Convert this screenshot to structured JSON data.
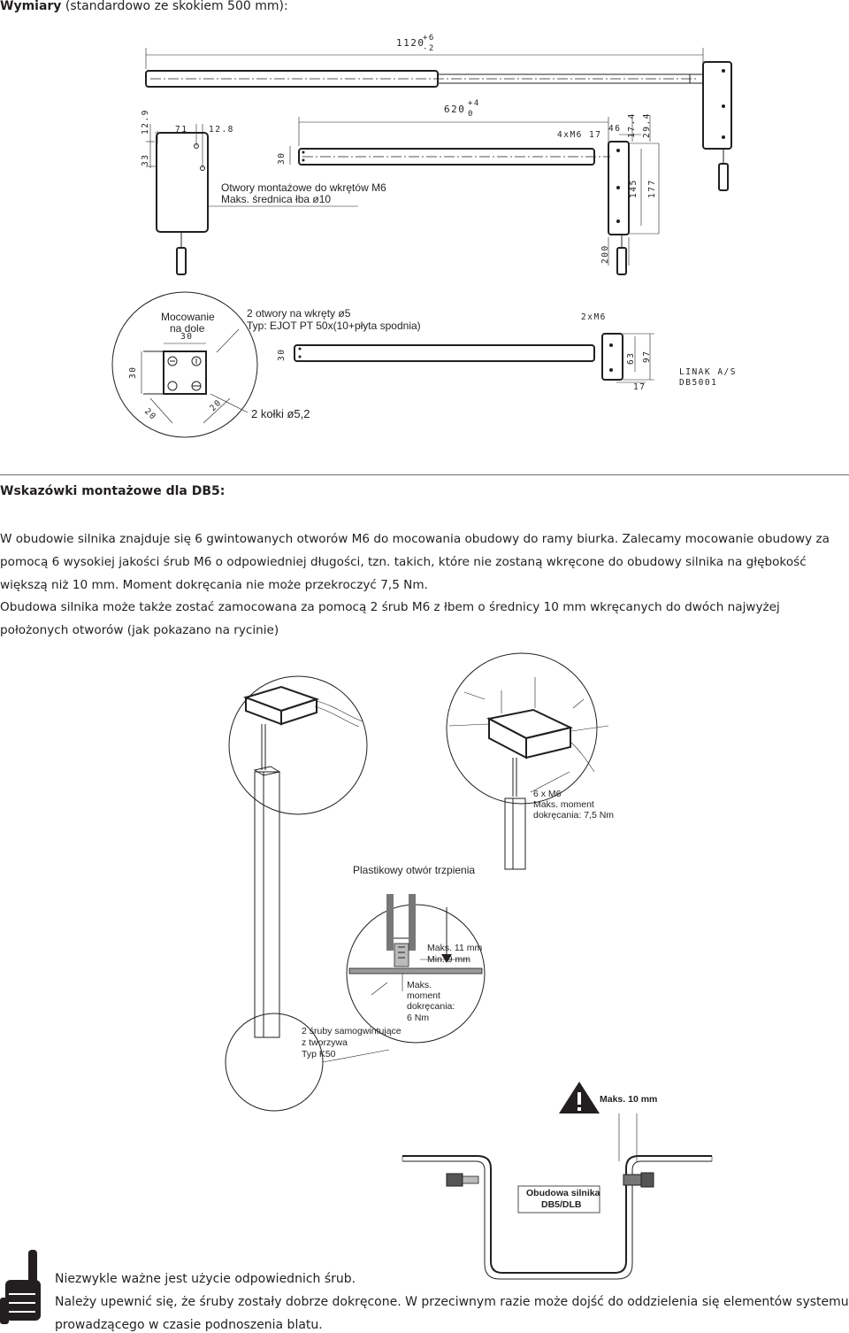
{
  "header": {
    "title_bold": "Wymiary",
    "title_rest": " (standardowo ze skokiem 500 mm):"
  },
  "dims_top": {
    "d1120": "1120",
    "tol1120_plus": "+6",
    "tol1120_minus": "-2",
    "d620": "620",
    "tol620_plus": "+4",
    "tol620_minus": "0",
    "d71": "71",
    "d12_8": "12.8",
    "d12_9": "12.9",
    "d33": "33",
    "d30": "30",
    "m6x4": "4xM6",
    "d17": "17",
    "d46": "46",
    "d17_4": "17.4",
    "d29_4": "29.4",
    "d145": "145",
    "d177": "177",
    "d200": "200",
    "note1": "Otwory montażowe do wkrętów M6",
    "note2": "Maks. średnica łba ø10"
  },
  "dims_mid": {
    "mount_l1": "Mocowanie",
    "mount_l2": "na dole",
    "d30a": "30",
    "d30b": "30",
    "d30c": "30",
    "d20a": "20",
    "d20b": "20",
    "holes_l1": "2 otwory na wkręty ø5",
    "holes_l2": "Typ: EJOT PT 50x(10+płyta spodnia)",
    "pins": "2 kołki ø5,2",
    "m6x2": "2xM6",
    "d63": "63",
    "d97": "97",
    "d17": "17",
    "brand1": "LINAK A/S",
    "brand2": "DB5001"
  },
  "hints": {
    "title": "Wskazówki montażowe dla DB5:",
    "p1": "W obudowie silnika znajduje się 6 gwintowanych otworów M6 do mocowania obudowy do ramy biurka. Zalecamy mocowanie obudowy za pomocą 6 wysokiej jakości śrub M6 o odpowiedniej długości, tzn. takich, które nie zostaną wkręcone do obudowy silnika na głębokość większą niż 10 mm. Moment dokręcania nie może przekroczyć 7,5 Nm.",
    "p2": "Obudowa silnika może także zostać zamocowana za pomocą 2 śrub M6 z łbem o średnicy 10 mm wkręcanych do dwóch najwyżej położonych otworów (jak pokazano na rycinie)"
  },
  "illus": {
    "m6_l1": "6 x M6",
    "m6_l2": "Maks. moment",
    "m6_l3": "dokręcania: 7,5 Nm",
    "plastic": "Plastikowy otwór trzpienia",
    "max11": "Maks. 11 mm",
    "min9": "Min.   9 mm",
    "torque_l1": "Maks.",
    "torque_l2": "moment",
    "torque_l3": "dokręcania:",
    "torque_l4": "6 Nm",
    "screws_l1": "2 śruby samogwintujące",
    "screws_l2": "z tworzywa",
    "screws_l3": "Typ K50",
    "max10": "Maks. 10 mm",
    "housing_l1": "Obudowa silnika",
    "housing_l2": "DB5/DLB"
  },
  "footer": {
    "line1": "Niezwykle ważne jest użycie odpowiednich śrub.",
    "line2": "Należy upewnić się, że śruby zostały dobrze dokręcone. W przeciwnym razie może dojść do oddzielenia się elementów systemu",
    "line3": "prowadzącego w czasie podnoszenia blatu."
  },
  "icons": {
    "warning": "warning-triangle-icon",
    "hand": "pointing-hand-icon"
  }
}
